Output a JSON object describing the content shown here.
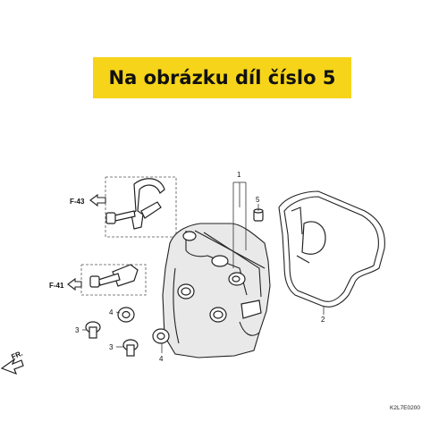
{
  "banner": {
    "text": "Na obrázku díl číslo 5",
    "color": "#f6d419"
  },
  "callouts": {
    "c1": "1",
    "c2": "2",
    "c3a": "3",
    "c3b": "3",
    "c4a": "4",
    "c4b": "4",
    "c5": "5"
  },
  "refs": {
    "f43": "F-43",
    "f41": "F-41"
  },
  "direction": "FR.",
  "diagram_code": "K2L7E0200"
}
